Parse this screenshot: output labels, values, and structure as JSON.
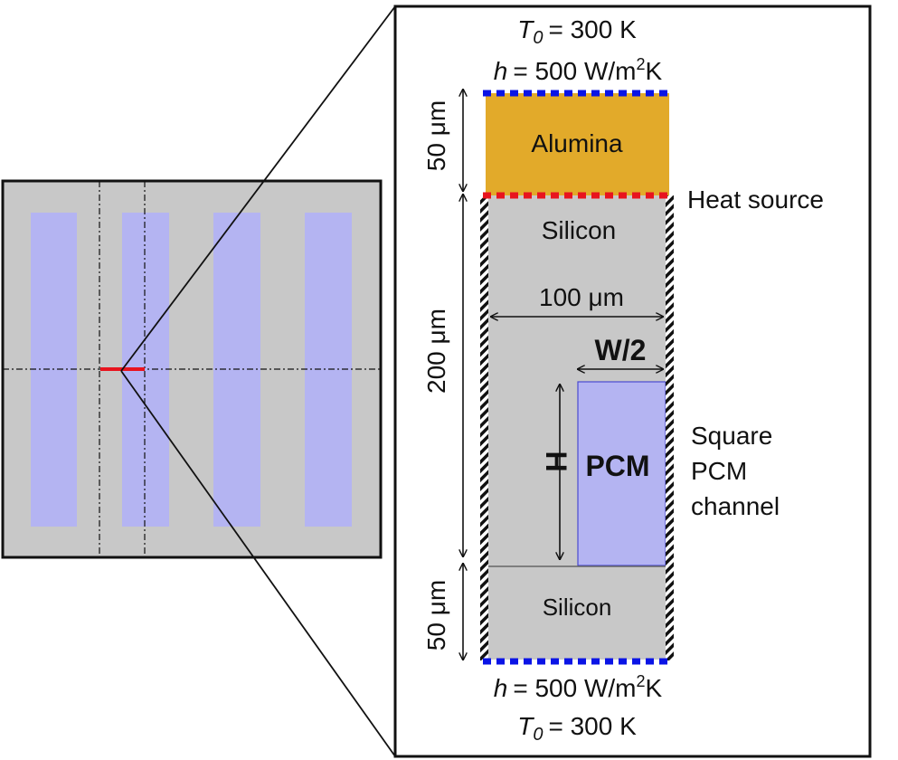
{
  "top_boundary": {
    "temperature_symbol": "T",
    "temperature_subscript": "0",
    "temperature_value": "= 300 K",
    "htc_symbol": "h",
    "htc_value": "= 500 W/m",
    "htc_exponent": "2",
    "htc_unit_tail": "K"
  },
  "bottom_boundary": {
    "htc_symbol": "h",
    "htc_value": "= 500 W/m",
    "htc_exponent": "2",
    "htc_unit_tail": "K",
    "temperature_symbol": "T",
    "temperature_subscript": "0",
    "temperature_value": "= 300 K"
  },
  "layers": {
    "alumina": "Alumina",
    "silicon_top": "Silicon",
    "silicon_bottom": "Silicon",
    "pcm": "PCM"
  },
  "dimensions": {
    "alumina_thickness": "50 μm",
    "silicon_thickness": "200 μm",
    "bottom_thickness": "50 μm",
    "width": "100 μm",
    "half_width": "W/2",
    "height": "H"
  },
  "annotations": {
    "heat_source": "Heat source",
    "channel_line1": "Square",
    "channel_line2": "PCM",
    "channel_line3": "channel"
  },
  "colors": {
    "alumina": "#e2aa2a",
    "silicon": "#c8c8c8",
    "pcm": "#b4b4f2",
    "convection": "#0a14e6",
    "heat_source": "#e8141e",
    "frame": "#000000"
  }
}
